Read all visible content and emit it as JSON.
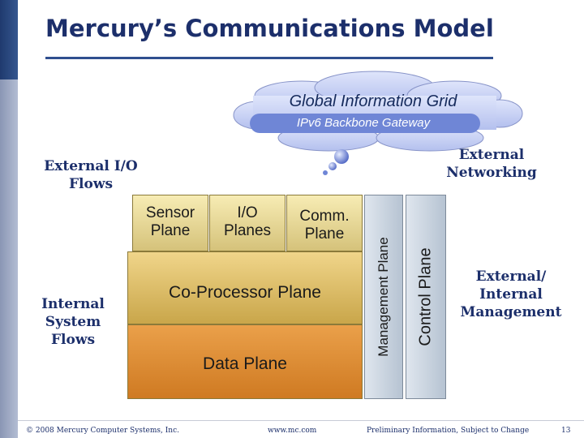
{
  "slide": {
    "title": "Mercury’s Communications Model"
  },
  "cloud": {
    "title": "Global Information Grid",
    "subtitle": "IPv6 Backbone Gateway"
  },
  "labels": {
    "external_io": [
      "External I/O",
      "Flows"
    ],
    "external_networking": [
      "External",
      "Networking"
    ],
    "internal_flows": [
      "Internal",
      "System",
      "Flows"
    ],
    "external_internal_mgmt": [
      "External/",
      "Internal",
      "Management"
    ]
  },
  "planes": {
    "sensor": [
      "Sensor",
      "Plane"
    ],
    "io": [
      "I/O",
      "Planes"
    ],
    "comm": [
      "Comm.",
      "Plane"
    ],
    "coprocessor": "Co-Processor Plane",
    "data": "Data Plane",
    "management": "Management Plane",
    "control": "Control Plane"
  },
  "footer": {
    "copyright": "© 2008 Mercury Computer Systems, Inc.",
    "url": "www.mc.com",
    "notice": "Preliminary Information, Subject to Change",
    "page": "13"
  },
  "colors": {
    "title": "#1c2f6b",
    "cloud": "#c3cdf3",
    "cloud_band": "#6f86d6",
    "top_plane": "#e8d68f",
    "coprocessor_plane": "#e3c46e",
    "data_plane": "#df8c35",
    "vertical_plane": "#c8d3df"
  }
}
